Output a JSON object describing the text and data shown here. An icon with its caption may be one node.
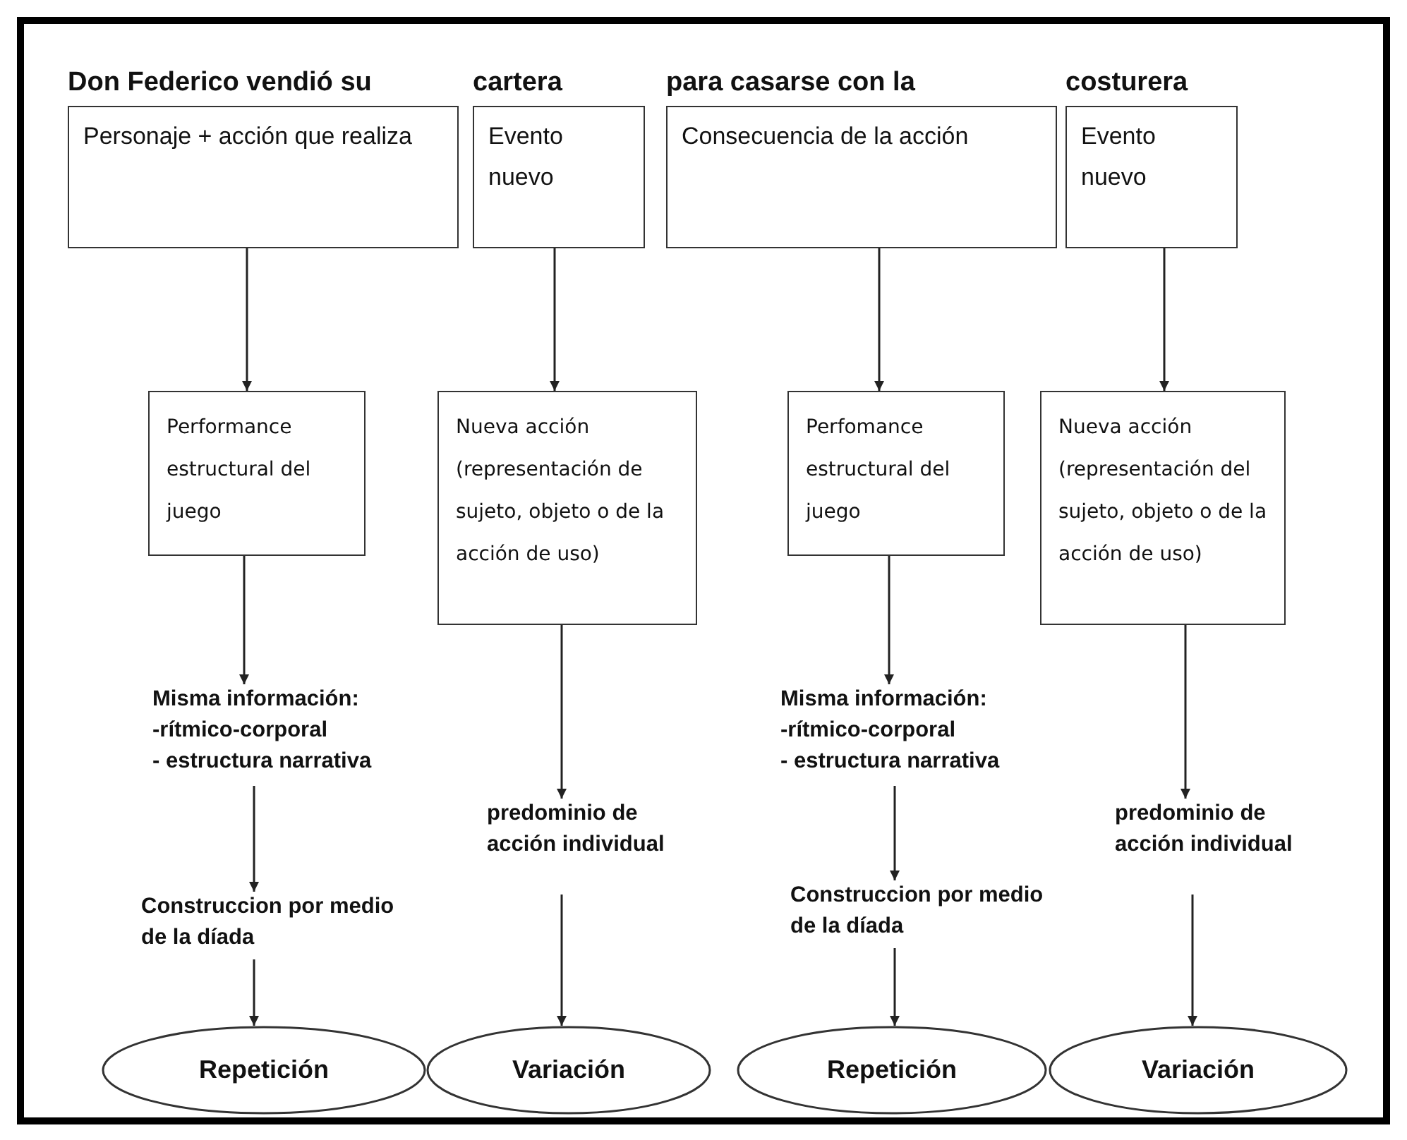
{
  "diagram": {
    "nodes": [
      {
        "text": [
          "Don Federico vendió su",
          "Personaje + acción que realiza"
        ]
      },
      {
        "text": [
          "cartera",
          "Evento nuevo"
        ]
      },
      {
        "text": [
          "para casarse con la",
          "Consecuencia de la acción"
        ]
      },
      {
        "text": [
          "costurera",
          "Evento nuevo"
        ]
      },
      {
        "text": [
          "Performance estructural del juego"
        ]
      },
      {
        "text": [
          "Nueva acción (representación de sujeto, objeto o de la acción de uso)"
        ]
      },
      {
        "text": [
          "Perfomance estructural del juego"
        ]
      },
      {
        "text": [
          "Nueva acción (representación del sujeto, objeto o de la acción de uso)"
        ]
      },
      {
        "text": [
          "Misma información:",
          "-rítmico-corporal",
          "- estructura narrativa"
        ]
      },
      {
        "text": [
          "predominio de acción individual"
        ]
      },
      {
        "text": [
          "Construccion por medio de la díada"
        ]
      },
      {
        "text": [
          "Misma información:",
          "-rítmico-corporal",
          "- estructura narrativa"
        ]
      },
      {
        "text": [
          "predominio de acción individual"
        ]
      },
      {
        "text": [
          "Construccion por medio de la díada"
        ]
      },
      {
        "text": [
          "Repetición"
        ]
      },
      {
        "text": [
          "Variación"
        ]
      },
      {
        "text": [
          "Repetición"
        ]
      },
      {
        "text": [
          "Variación"
        ]
      }
    ],
    "edges": [
      {
        "from": 0,
        "to": 4,
        "arrow": "to"
      },
      {
        "from": 1,
        "to": 5,
        "arrow": "to"
      },
      {
        "from": 2,
        "to": 6,
        "arrow": "to"
      },
      {
        "from": 3,
        "to": 7,
        "arrow": "to"
      },
      {
        "from": 4,
        "to": 8,
        "arrow": "to"
      },
      {
        "from": 8,
        "to": 10,
        "arrow": "to"
      },
      {
        "from": 10,
        "to": 14,
        "arrow": "to"
      },
      {
        "from": 5,
        "to": 9,
        "arrow": "to"
      },
      {
        "from": 9,
        "to": 15,
        "arrow": "to"
      },
      {
        "from": 6,
        "to": 11,
        "arrow": "to"
      },
      {
        "from": 11,
        "to": 13,
        "arrow": "to"
      },
      {
        "from": 13,
        "to": 16,
        "arrow": "to"
      },
      {
        "from": 7,
        "to": 12,
        "arrow": "to"
      },
      {
        "from": 12,
        "to": 17,
        "arrow": "to"
      }
    ]
  }
}
